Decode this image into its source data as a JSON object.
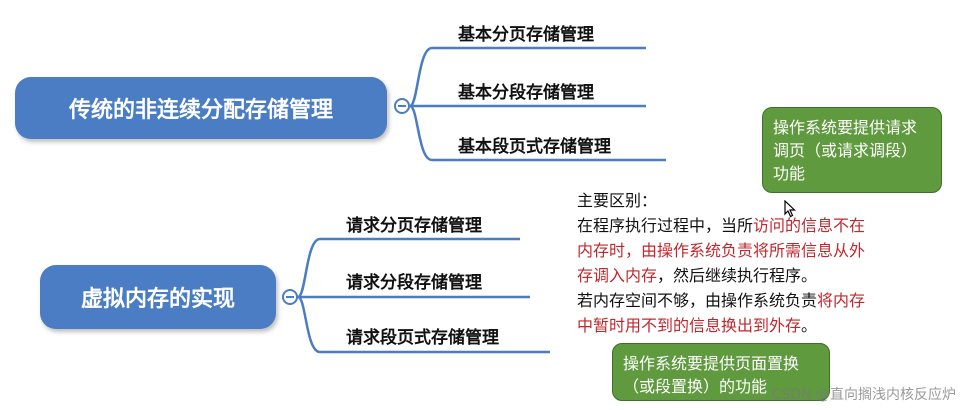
{
  "mindmap": {
    "group1": {
      "title": "传统的非连续分配存储管理",
      "children": [
        "基本分页存储管理",
        "基本分段存储管理",
        "基本段页式存储管理"
      ]
    },
    "group2": {
      "title": "虚拟内存的实现",
      "children": [
        "请求分页存储管理",
        "请求分段存储管理",
        "请求段页式存储管理"
      ]
    }
  },
  "note": {
    "heading": "主要区别：",
    "line1_black": "在程序执行过程中，当所",
    "line1_red": "访问的信息不在",
    "line2_red": "内存时，由操作系统负责将所需信息从外",
    "line3_red": "存调入内存",
    "line3_black": "，然后继续执行程序。",
    "line4_black": "若内存空间不够，由操作系统负责",
    "line4_red": "将内存",
    "line5_red": "中暂时用不到的信息换出到外存",
    "line5_black": "。"
  },
  "callouts": {
    "top": "操作系统要提供请求调页（或请求调段）功能",
    "bottom": "操作系统要提供页面置换（或段置换）的功能"
  },
  "watermark": "CSDN @直向搁浅内核反应炉",
  "colors": {
    "node_blue": "#4a7dc4",
    "callout_green": "#5f9a3e",
    "highlight_red": "#c0282d"
  }
}
